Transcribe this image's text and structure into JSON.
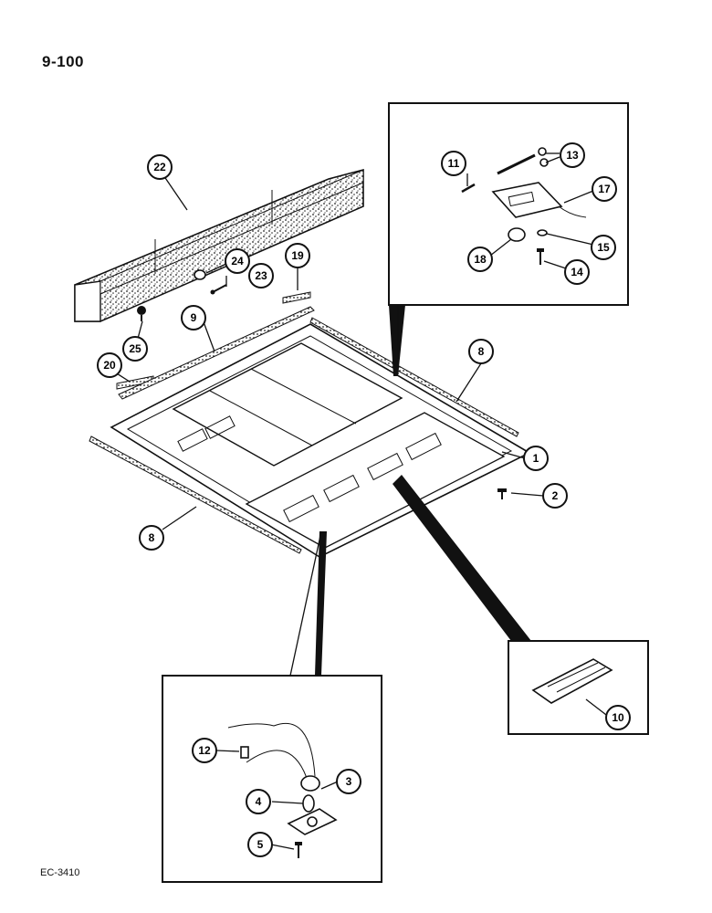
{
  "page_number": "9-100",
  "figure_code": "EC-3410",
  "callouts": [
    {
      "id": "c1",
      "label": "1"
    },
    {
      "id": "c2",
      "label": "2"
    },
    {
      "id": "c3",
      "label": "3"
    },
    {
      "id": "c4",
      "label": "4"
    },
    {
      "id": "c5",
      "label": "5"
    },
    {
      "id": "c8a",
      "label": "8"
    },
    {
      "id": "c8b",
      "label": "8"
    },
    {
      "id": "c9",
      "label": "9"
    },
    {
      "id": "c10",
      "label": "10"
    },
    {
      "id": "c11",
      "label": "11"
    },
    {
      "id": "c12",
      "label": "12"
    },
    {
      "id": "c13",
      "label": "13"
    },
    {
      "id": "c14",
      "label": "14"
    },
    {
      "id": "c15",
      "label": "15"
    },
    {
      "id": "c17",
      "label": "17"
    },
    {
      "id": "c18",
      "label": "18"
    },
    {
      "id": "c19",
      "label": "19"
    },
    {
      "id": "c20",
      "label": "20"
    },
    {
      "id": "c22",
      "label": "22"
    },
    {
      "id": "c23",
      "label": "23"
    },
    {
      "id": "c24",
      "label": "24"
    },
    {
      "id": "c25",
      "label": "25"
    }
  ]
}
